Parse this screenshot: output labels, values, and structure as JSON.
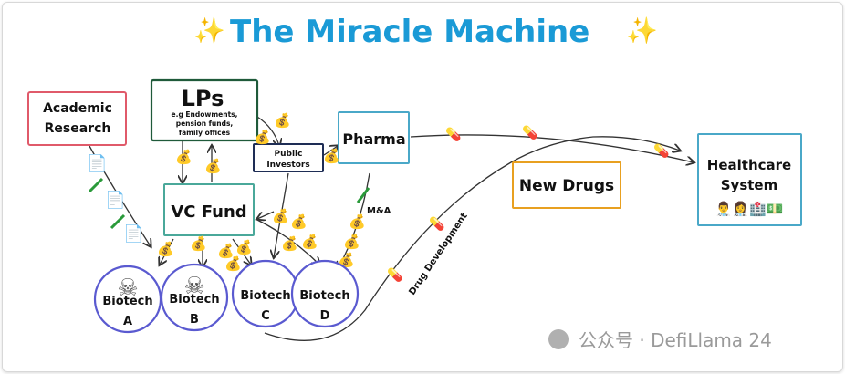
{
  "title": "The Miracle Machine",
  "sparkle": "✨",
  "nodes": {
    "academic_line1": "Academic",
    "academic_line2": "Research",
    "lps": "LPs",
    "lps_sub1": "e.g Endowments,",
    "lps_sub2": "pension funds,",
    "lps_sub3": "family offices",
    "public_line1": "Public",
    "public_line2": "Investors",
    "pharma": "Pharma",
    "vc": "VC Fund",
    "new_drugs": "New Drugs",
    "health_line1": "Healthcare",
    "health_line2": "System",
    "health_icons": "👨‍⚕️👩‍⚕️🏥💵"
  },
  "biotechs": [
    {
      "name": "Biotech",
      "letter": "A",
      "dead": true
    },
    {
      "name": "Biotech",
      "letter": "B",
      "dead": true
    },
    {
      "name": "Biotech",
      "letter": "C",
      "dead": false
    },
    {
      "name": "Biotech",
      "letter": "D",
      "dead": false
    }
  ],
  "labels": {
    "ma": "M&A",
    "drug_dev": "Drug Development"
  },
  "icons": {
    "money": "💰",
    "skull": "☠",
    "pill": "💊",
    "document": "📄"
  },
  "watermark": "公众号 · DefiLlama 24",
  "colors": {
    "title": "#1a9ad6",
    "academic": "#e05a6a",
    "lps": "#1f5a3a",
    "public": "#1e2d55",
    "pharma": "#4aa8c8",
    "vc": "#4aa89a",
    "new_drugs": "#e8a020",
    "health": "#4aa8c8",
    "biotech": "#5a5ad0"
  }
}
